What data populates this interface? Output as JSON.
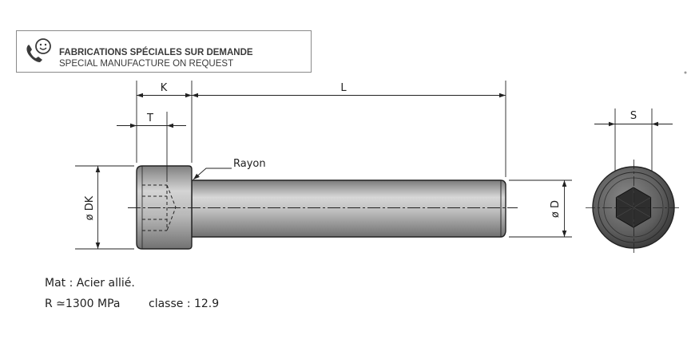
{
  "banner": {
    "line_fr": "FABRICATIONS SPÉCIALES SUR DEMANDE",
    "line_en": "SPECIAL MANUFACTURE ON REQUEST",
    "icon": "phone-smiley-icon"
  },
  "dimensions": {
    "k": "K",
    "l": "L",
    "t": "T",
    "dk": "ø DK",
    "d": "ø D",
    "s": "S",
    "rayon": "Rayon"
  },
  "notes": {
    "material": "Mat : Acier allié.",
    "strength": "R ≃1300 MPa",
    "class": "classe : 12.9"
  },
  "colors": {
    "steel_light": "#c9c9c9",
    "steel_dark": "#6e6e6e",
    "line": "#222222"
  }
}
